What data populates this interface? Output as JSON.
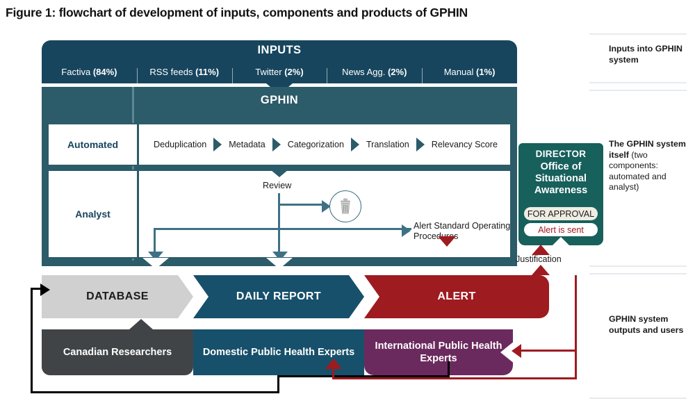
{
  "figure": {
    "title": "Figure 1: flowchart of development of inputs, components and products of GPHIN"
  },
  "inputs": {
    "heading": "INPUTS",
    "sources": [
      {
        "name": "Factiva",
        "share": "(84%)"
      },
      {
        "name": "RSS feeds",
        "share": "(11%)"
      },
      {
        "name": "Twitter",
        "share": "(2%)"
      },
      {
        "name": "News Agg.",
        "share": "(2%)"
      },
      {
        "name": "Manual",
        "share": "(1%)"
      }
    ]
  },
  "gphin": {
    "heading": "GPHIN",
    "automated": {
      "label": "Automated",
      "steps": [
        "Deduplication",
        "Metadata",
        "Categorization",
        "Translation",
        "Relevancy Score"
      ]
    },
    "analyst": {
      "label": "Analyst",
      "review_label": "Review",
      "discard_icon": "trash-icon",
      "alert_sop": "Alert Standard Operating Procedures"
    }
  },
  "director": {
    "role": "DIRECTOR",
    "office": "Office of Situational Awareness",
    "approval_pill": "FOR APPROVAL",
    "sent_pill": "Alert is sent",
    "justification_label": "Justification"
  },
  "outputs": [
    {
      "label": "DATABASE",
      "color": "#d0d0d0"
    },
    {
      "label": "DAILY REPORT",
      "color": "#17506b"
    },
    {
      "label": "ALERT",
      "color": "#9e1b20"
    }
  ],
  "users": [
    {
      "label": "Canadian Researchers",
      "color": "#414447"
    },
    {
      "label": "Domestic Public Health Experts",
      "color": "#17506b"
    },
    {
      "label": "International Public Health Experts",
      "color": "#6b2a5e"
    }
  ],
  "annotations": [
    {
      "text": "Inputs into GPHIN system"
    },
    {
      "line1": "The GPHIN system itself",
      "line2": "(two components: automated and analyst)"
    },
    {
      "text": "GPHIN system outputs and users"
    }
  ],
  "colors": {
    "inputs_navy": "#17455e",
    "gphin_teal": "#2c5b69",
    "director_green": "#17605c",
    "alert_red": "#9e1b20",
    "report_blue": "#17506b",
    "purple": "#6b2a5e",
    "database_grey": "#d0d0d0",
    "researchers_dark": "#414447"
  }
}
